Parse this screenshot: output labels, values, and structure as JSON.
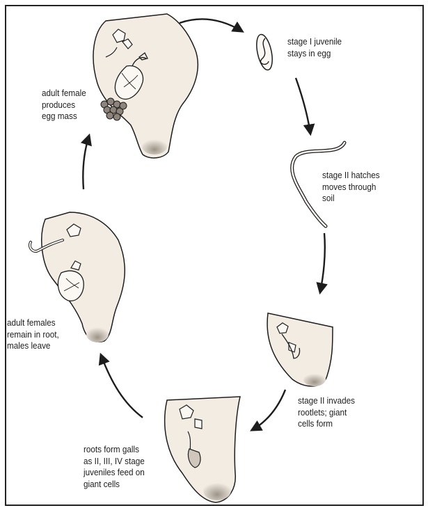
{
  "labels": {
    "stage1": [
      "stage I juvenile",
      "stays in egg"
    ],
    "stage2_hatch": [
      "stage II hatches",
      "moves through",
      "soil"
    ],
    "stage2_invade": [
      "stage II invades",
      "rootlets; giant",
      "cells form"
    ],
    "galls": [
      "roots form galls",
      "as II, III, IV stage",
      "juveniles feed on",
      "giant cells"
    ],
    "adults_remain": [
      "adult females",
      "remain in root,",
      "males leave"
    ],
    "adult_female": [
      "adult female",
      "produces",
      "egg mass"
    ]
  },
  "colors": {
    "ink": "#1d1d1d",
    "root_fill": "#f2ece3",
    "root_tip": "#b9b0a4",
    "frame": "#222222"
  }
}
